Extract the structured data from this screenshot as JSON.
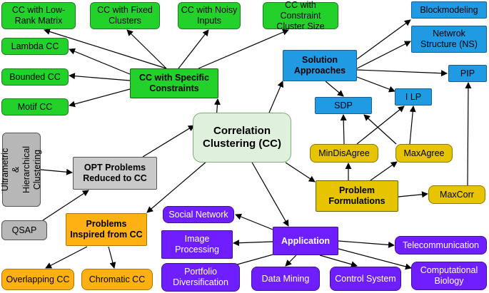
{
  "center": {
    "label": "Correlation\nClustering (CC)"
  },
  "constraints": {
    "hub": "CC with Specific\nConstraints",
    "low_rank": "CC with Low-\nRank Matrix",
    "fixed_clusters": "CC with Fixed\nClusters",
    "noisy_inputs": "CC with Noisy\nInputs",
    "constraint_size": "CC with Constraint\nCluster Size",
    "lambda": "Lambda CC",
    "bounded": "Bounded CC",
    "motif": "Motif CC"
  },
  "solutions": {
    "hub": "Solution\nApproaches",
    "blockmodeling": "Blockmodeling",
    "network_structure": "Netwrok\nStructure (NS)",
    "pip": "PIP",
    "sdp": "SDP",
    "ilp": "I LP"
  },
  "formulations": {
    "hub": "Problem\nFormulations",
    "mindisagree": "MinDisAgree",
    "maxagree": "MaxAgree",
    "maxcorr": "MaxCorr"
  },
  "opt": {
    "hub": "OPT Problems\nReduced to CC",
    "ultrametric": "Ultrametric &\nHierarchical\nClustering",
    "qsap": "QSAP"
  },
  "inspired": {
    "hub": "Problems\nInspired from CC",
    "overlapping": "Overlapping CC",
    "chromatic": "Chromatic CC"
  },
  "application": {
    "hub": "Application",
    "social_network": "Social Network",
    "image_processing": "Image\nProcessing",
    "portfolio": "Portfolio\nDiversification",
    "data_mining": "Data Mining",
    "control_system": "Control System",
    "computational_biology": "Computational\nBiology",
    "telecommunication": "Telecommunication"
  }
}
